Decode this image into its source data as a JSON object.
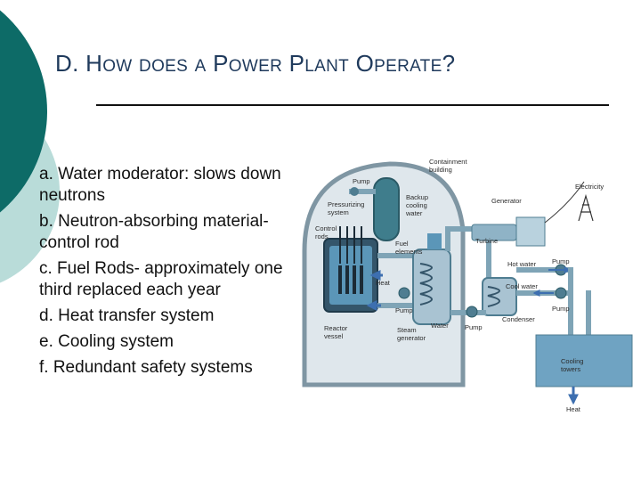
{
  "slide": {
    "title": {
      "prefix": "D. ",
      "w1_cap": "H",
      "w1_rest": "OW",
      "w2": "DOES",
      "w3": "A",
      "w4_cap": "P",
      "w4_rest": "OWER",
      "w5_cap": "P",
      "w5_rest": "LANT",
      "w6_cap": "O",
      "w6_rest": "PERATE",
      "suffix": "?"
    },
    "bullets": [
      "a. Water moderator: slows down neutrons",
      "b. Neutron-absorbing material- control rod",
      "c. Fuel Rods- approximately one third replaced each year",
      "d. Heat transfer system",
      "e. Cooling system",
      "f. Redundant safety systems"
    ]
  },
  "diagram": {
    "labels": {
      "containment_1": "Containment",
      "containment_2": "building",
      "pump_top": "Pump",
      "pressurizing_1": "Pressurizing",
      "pressurizing_2": "system",
      "backup_1": "Backup",
      "backup_2": "cooling",
      "backup_3": "water",
      "generator": "Generator",
      "electricity": "Electricity",
      "control_1": "Control",
      "control_2": "rods",
      "fuel_1": "Fuel",
      "fuel_2": "elements",
      "turbine": "Turbine",
      "heat_center": "Heat",
      "hot_water": "Hot water",
      "pump_right_top": "Pump",
      "cool_water": "Cool water",
      "pump_center": "Pump",
      "pump_right_mid": "Pump",
      "condenser": "Condenser",
      "reactor_1": "Reactor",
      "reactor_2": "vessel",
      "steam_1": "Steam",
      "steam_2": "generator",
      "water": "Water",
      "pump_bottom": "Pump",
      "cooling_1": "Cooling",
      "cooling_2": "towers",
      "heat_bottom": "Heat"
    }
  },
  "colors": {
    "teal_dark": "#0d6b67",
    "teal_light": "#b9dcd9",
    "title": "#1f3a5c",
    "pipe": "#7fa4b6",
    "pipe_dark": "#4f7d91",
    "water": "#5b96b8",
    "arrow": "#3d6fb0",
    "building": "#dfe7ec"
  }
}
